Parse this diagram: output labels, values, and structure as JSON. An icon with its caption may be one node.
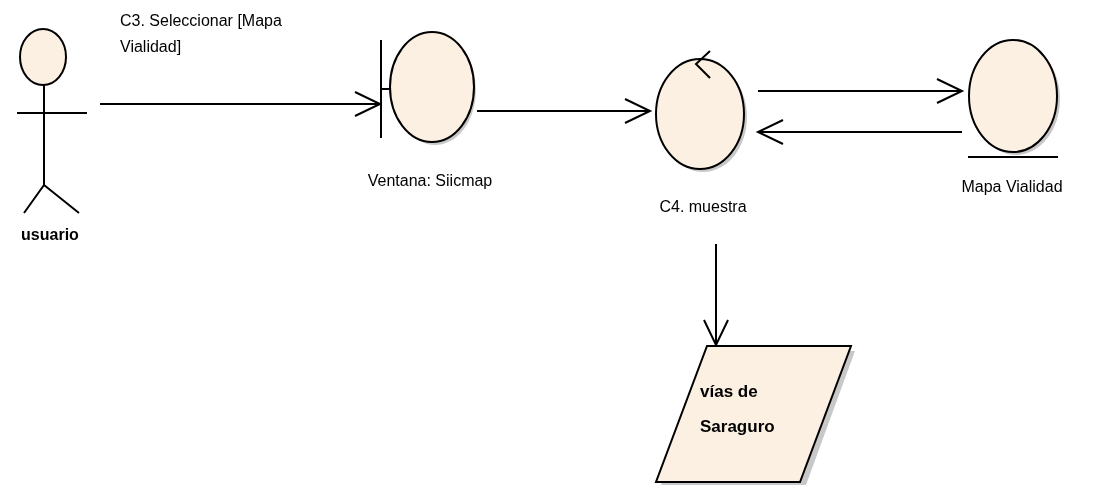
{
  "diagram": {
    "nodes": [
      {
        "text": [
          "usuario"
        ]
      },
      {
        "text": [
          "Ventana: Siicmap"
        ]
      },
      {
        "text": [
          "C4. muestra"
        ]
      },
      {
        "text": [
          "Mapa Vialidad"
        ]
      },
      {
        "text": [
          "vías de Saraguro"
        ]
      }
    ],
    "edges": [
      {
        "from": 0,
        "to": 1,
        "arrow": "to",
        "label": "C3. Seleccionar [Mapa  Vialidad]"
      },
      {
        "from": 1,
        "to": 2,
        "arrow": "to"
      },
      {
        "from": 2,
        "to": 3,
        "arrow": "to"
      },
      {
        "from": 3,
        "to": 2,
        "arrow": "to"
      },
      {
        "from": 2,
        "to": 4,
        "arrow": "to"
      }
    ]
  }
}
